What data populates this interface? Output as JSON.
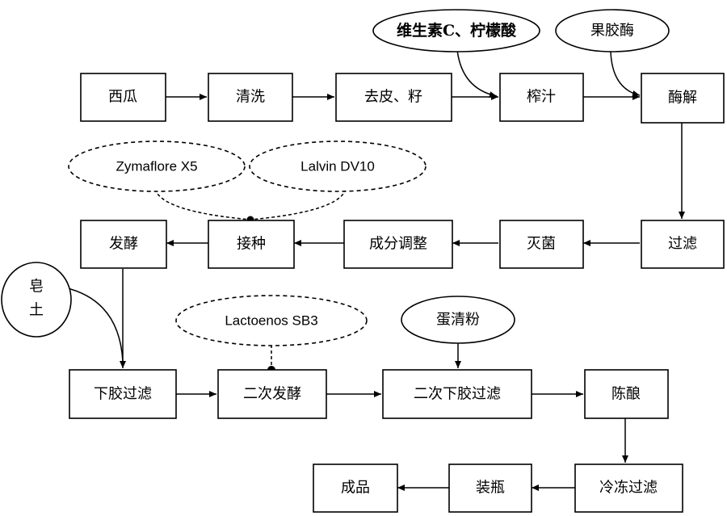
{
  "diagram": {
    "steps": {
      "watermelon": "西瓜",
      "wash": "清洗",
      "peel_seed": "去皮、籽",
      "juice": "榨汁",
      "enzymolysis": "酶解",
      "filter1": "过滤",
      "sterilize": "灭菌",
      "adjust": "成分调整",
      "inoculate": "接种",
      "ferment": "发酵",
      "fining_filter": "下胶过滤",
      "second_ferment": "二次发酵",
      "second_fining": "二次下胶过滤",
      "aging": "陈酿",
      "cold_filter": "冷冻过滤",
      "bottle": "装瓶",
      "product": "成品"
    },
    "inputs": {
      "vitamin_c_citric": "维生素C、柠檬酸",
      "pectinase": "果胶酶",
      "yeast1": "Zymaflore X5",
      "yeast2": "Lalvin DV10",
      "bentonite": "皂土",
      "malolactic": "Lactoenos SB3",
      "egg_white": "蛋清粉"
    }
  }
}
